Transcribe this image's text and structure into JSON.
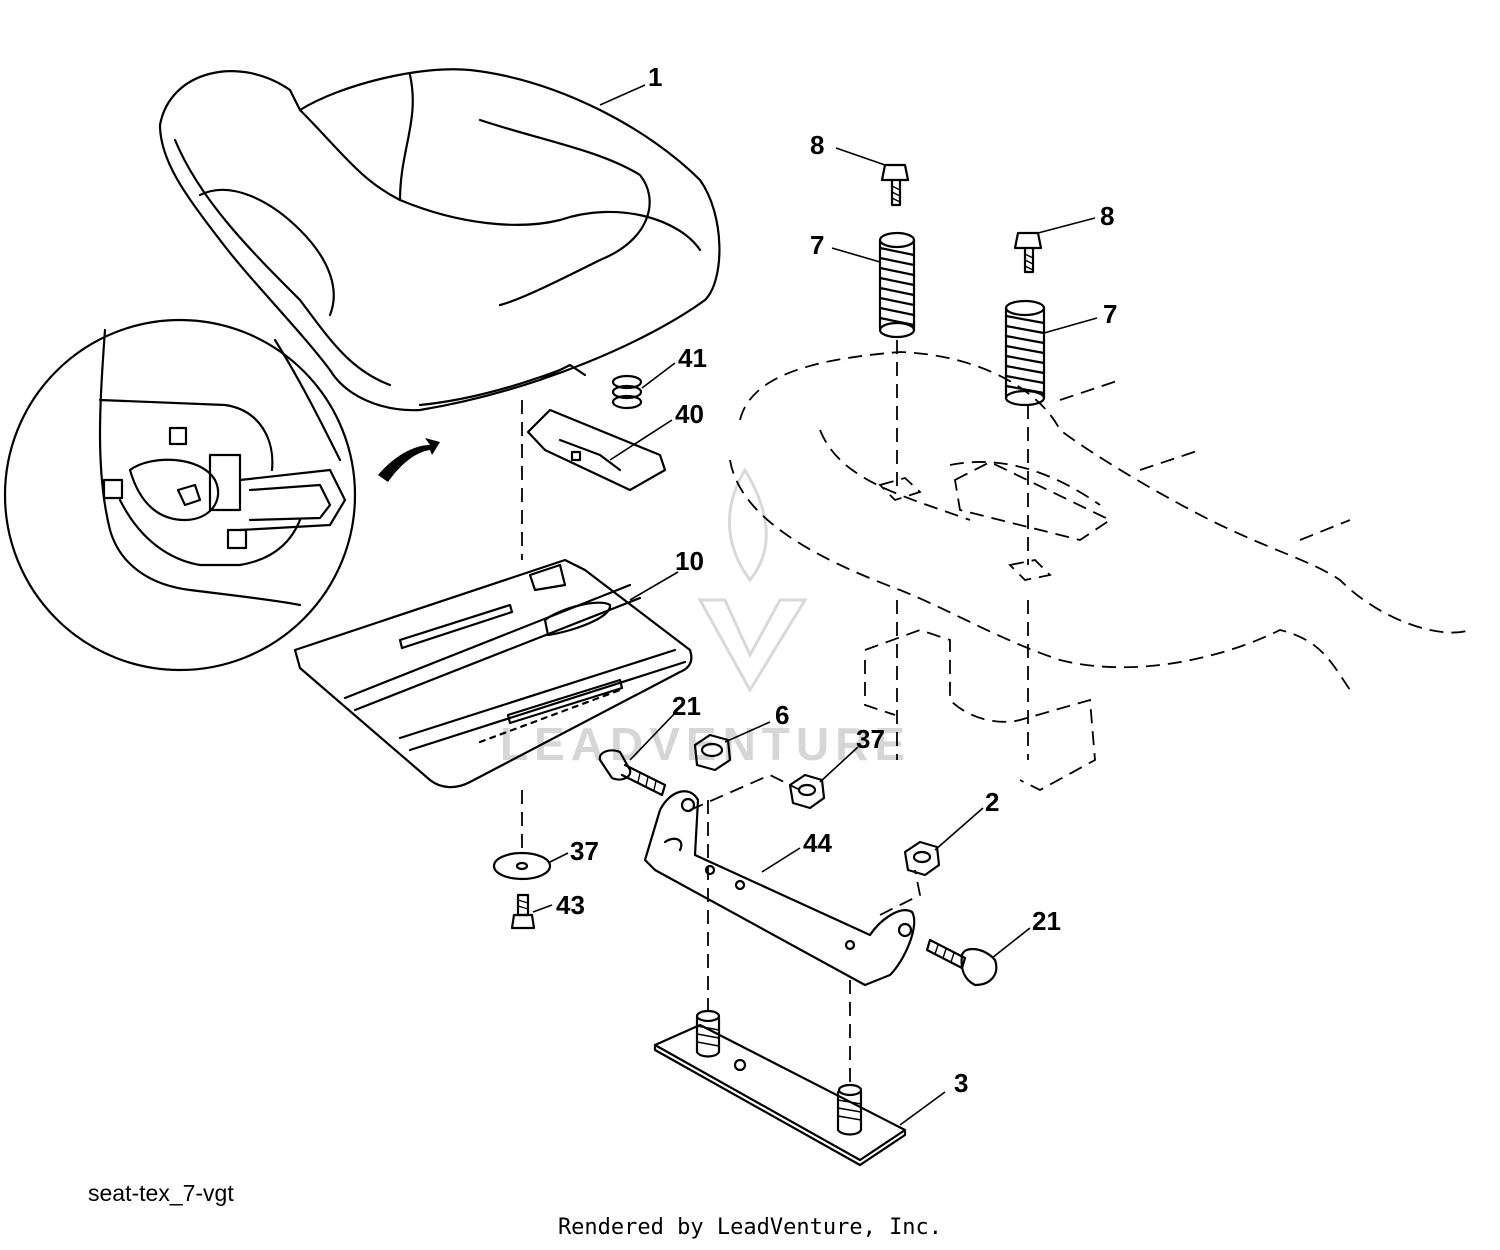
{
  "diagram": {
    "reference_code": "seat-tex_7-vgt",
    "credit": "Rendered by LeadVenture, Inc.",
    "watermark": "LEADVENTURE"
  },
  "callouts": [
    {
      "id": "c1",
      "text": "1"
    },
    {
      "id": "c8a",
      "text": "8"
    },
    {
      "id": "c8b",
      "text": "8"
    },
    {
      "id": "c7a",
      "text": "7"
    },
    {
      "id": "c7b",
      "text": "7"
    },
    {
      "id": "c41",
      "text": "41"
    },
    {
      "id": "c40",
      "text": "40"
    },
    {
      "id": "c10",
      "text": "10"
    },
    {
      "id": "c21a",
      "text": "21"
    },
    {
      "id": "c6",
      "text": "6"
    },
    {
      "id": "c37a",
      "text": "37"
    },
    {
      "id": "c37b",
      "text": "37"
    },
    {
      "id": "c44",
      "text": "44"
    },
    {
      "id": "c2",
      "text": "2"
    },
    {
      "id": "c43",
      "text": "43"
    },
    {
      "id": "c21b",
      "text": "21"
    },
    {
      "id": "c3",
      "text": "3"
    }
  ]
}
